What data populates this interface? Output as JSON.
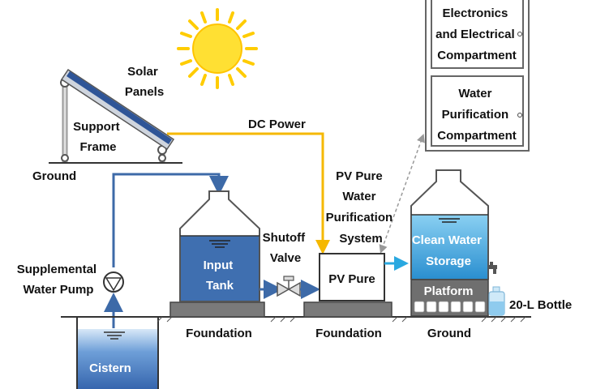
{
  "labels": {
    "solar_panels": [
      "Solar",
      "Panels"
    ],
    "support_frame": [
      "Support",
      "Frame"
    ],
    "ground_left": "Ground",
    "dc_power": "DC Power",
    "electronics_compartment": [
      "Electronics",
      "and Electrical",
      "Compartment"
    ],
    "water_purification_compartment": [
      "Water",
      "Purification",
      "Compartment"
    ],
    "pv_pure_system": [
      "PV Pure",
      "Water",
      "Purification",
      "System"
    ],
    "input_tank": [
      "Input",
      "Tank"
    ],
    "shutoff_valve": [
      "Shutoff",
      "Valve"
    ],
    "pv_pure_box": "PV Pure",
    "clean_water_storage": [
      "Clean Water",
      "Storage"
    ],
    "platform": "Platform",
    "bottle": "20-L Bottle",
    "supplemental_pump": [
      "Supplemental",
      "Water Pump"
    ],
    "foundation_left": "Foundation",
    "foundation_mid": "Foundation",
    "ground_right": "Ground",
    "cistern": "Cistern"
  },
  "colors": {
    "dc_power_wire": "#f5b800",
    "water_pipe": "#3d6aa8",
    "clean_water_flow": "#2aa8e0",
    "sun_fill": "#ffe033",
    "sun_ray": "#ffcc00",
    "panel_blue": "#2f5597",
    "tank_water": "#3f6fb0",
    "clean_water": "#3aa0dd"
  },
  "icons": {
    "sun": "sun-icon",
    "pump": "pump-icon",
    "valve": "valve-icon",
    "faucet": "faucet-icon",
    "bottle": "water-bottle-icon"
  }
}
